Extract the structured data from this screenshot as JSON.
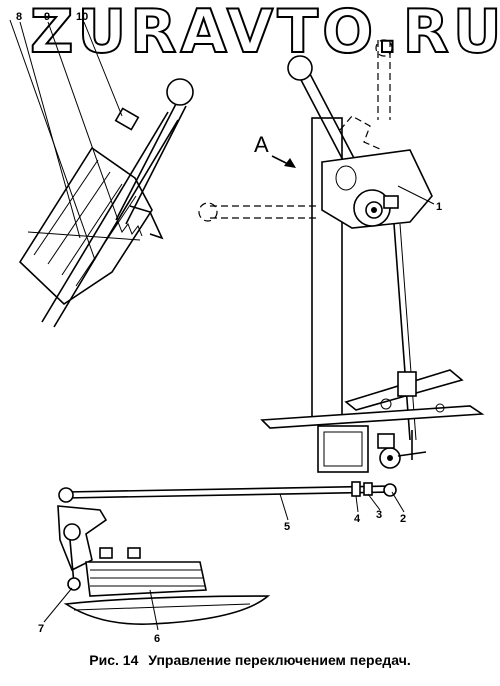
{
  "watermark": "ZURAVTO.RU",
  "caption": {
    "prefix": "Рис.",
    "number": "14",
    "text": "Управление переключением передач."
  },
  "view_label": "A",
  "part_labels": {
    "p1": "1",
    "p2": "2",
    "p3": "3",
    "p4": "4",
    "p5": "5",
    "p6": "6",
    "p7": "7",
    "p8": "8",
    "p9": "9",
    "p10": "10"
  }
}
